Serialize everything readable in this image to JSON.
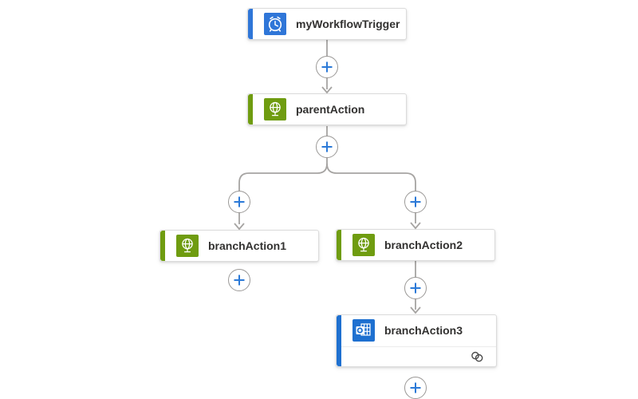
{
  "app": {
    "name": "workflow-designer-canvas"
  },
  "colors": {
    "trigger_accent_blue": "#2f76d8",
    "action_green": "#6f9c10",
    "outlook_blue": "#1e70d0",
    "connector_gray": "#a6a4a2",
    "plus_blue": "#2b79d7",
    "title_text": "#323130",
    "card_border": "#dcdcdc"
  },
  "nodes": {
    "trigger": {
      "label": "myWorkflowTrigger",
      "icon": "recurrence-clock-icon"
    },
    "parent": {
      "label": "parentAction",
      "icon": "http-globe-icon"
    },
    "branch1": {
      "label": "branchAction1",
      "icon": "http-globe-icon"
    },
    "branch2": {
      "label": "branchAction2",
      "icon": "http-globe-icon"
    },
    "branch3": {
      "label": "branchAction3",
      "icon": "office365-outlook-icon",
      "footer_icon": "connection-link-icon"
    }
  }
}
